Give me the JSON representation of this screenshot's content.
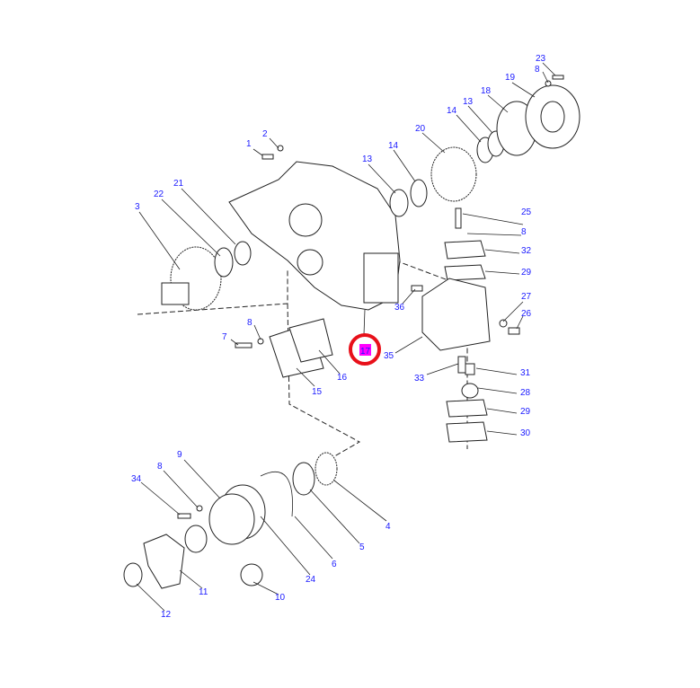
{
  "callouts": [
    {
      "id": "c23",
      "text": "23"
    },
    {
      "id": "c8a",
      "text": "8"
    },
    {
      "id": "c19",
      "text": "19"
    },
    {
      "id": "c18",
      "text": "18"
    },
    {
      "id": "c13a",
      "text": "13"
    },
    {
      "id": "c14a",
      "text": "14"
    },
    {
      "id": "c20",
      "text": "20"
    },
    {
      "id": "c14b",
      "text": "14"
    },
    {
      "id": "c13b",
      "text": "13"
    },
    {
      "id": "c2",
      "text": "2"
    },
    {
      "id": "c1",
      "text": "1"
    },
    {
      "id": "c21",
      "text": "21"
    },
    {
      "id": "c22",
      "text": "22"
    },
    {
      "id": "c3",
      "text": "3"
    },
    {
      "id": "c25",
      "text": "25"
    },
    {
      "id": "c8b",
      "text": "8"
    },
    {
      "id": "c32",
      "text": "32"
    },
    {
      "id": "c29a",
      "text": "29"
    },
    {
      "id": "c27",
      "text": "27"
    },
    {
      "id": "c26",
      "text": "26"
    },
    {
      "id": "c36",
      "text": "36"
    },
    {
      "id": "c35",
      "text": "35"
    },
    {
      "id": "c8c",
      "text": "8"
    },
    {
      "id": "c7",
      "text": "7"
    },
    {
      "id": "c16",
      "text": "16"
    },
    {
      "id": "c15",
      "text": "15"
    },
    {
      "id": "c33",
      "text": "33"
    },
    {
      "id": "c31",
      "text": "31"
    },
    {
      "id": "c28",
      "text": "28"
    },
    {
      "id": "c29b",
      "text": "29"
    },
    {
      "id": "c30",
      "text": "30"
    },
    {
      "id": "c9",
      "text": "9"
    },
    {
      "id": "c8d",
      "text": "8"
    },
    {
      "id": "c34",
      "text": "34"
    },
    {
      "id": "c4",
      "text": "4"
    },
    {
      "id": "c5",
      "text": "5"
    },
    {
      "id": "c6",
      "text": "6"
    },
    {
      "id": "c24",
      "text": "24"
    },
    {
      "id": "c11",
      "text": "11"
    },
    {
      "id": "c10",
      "text": "10"
    },
    {
      "id": "c12",
      "text": "12"
    }
  ],
  "highlight": {
    "text": "17",
    "fill": "#ff00ff",
    "ring": "#e8101a"
  },
  "colors": {
    "label": "#1a1aff",
    "line": "#222222"
  }
}
